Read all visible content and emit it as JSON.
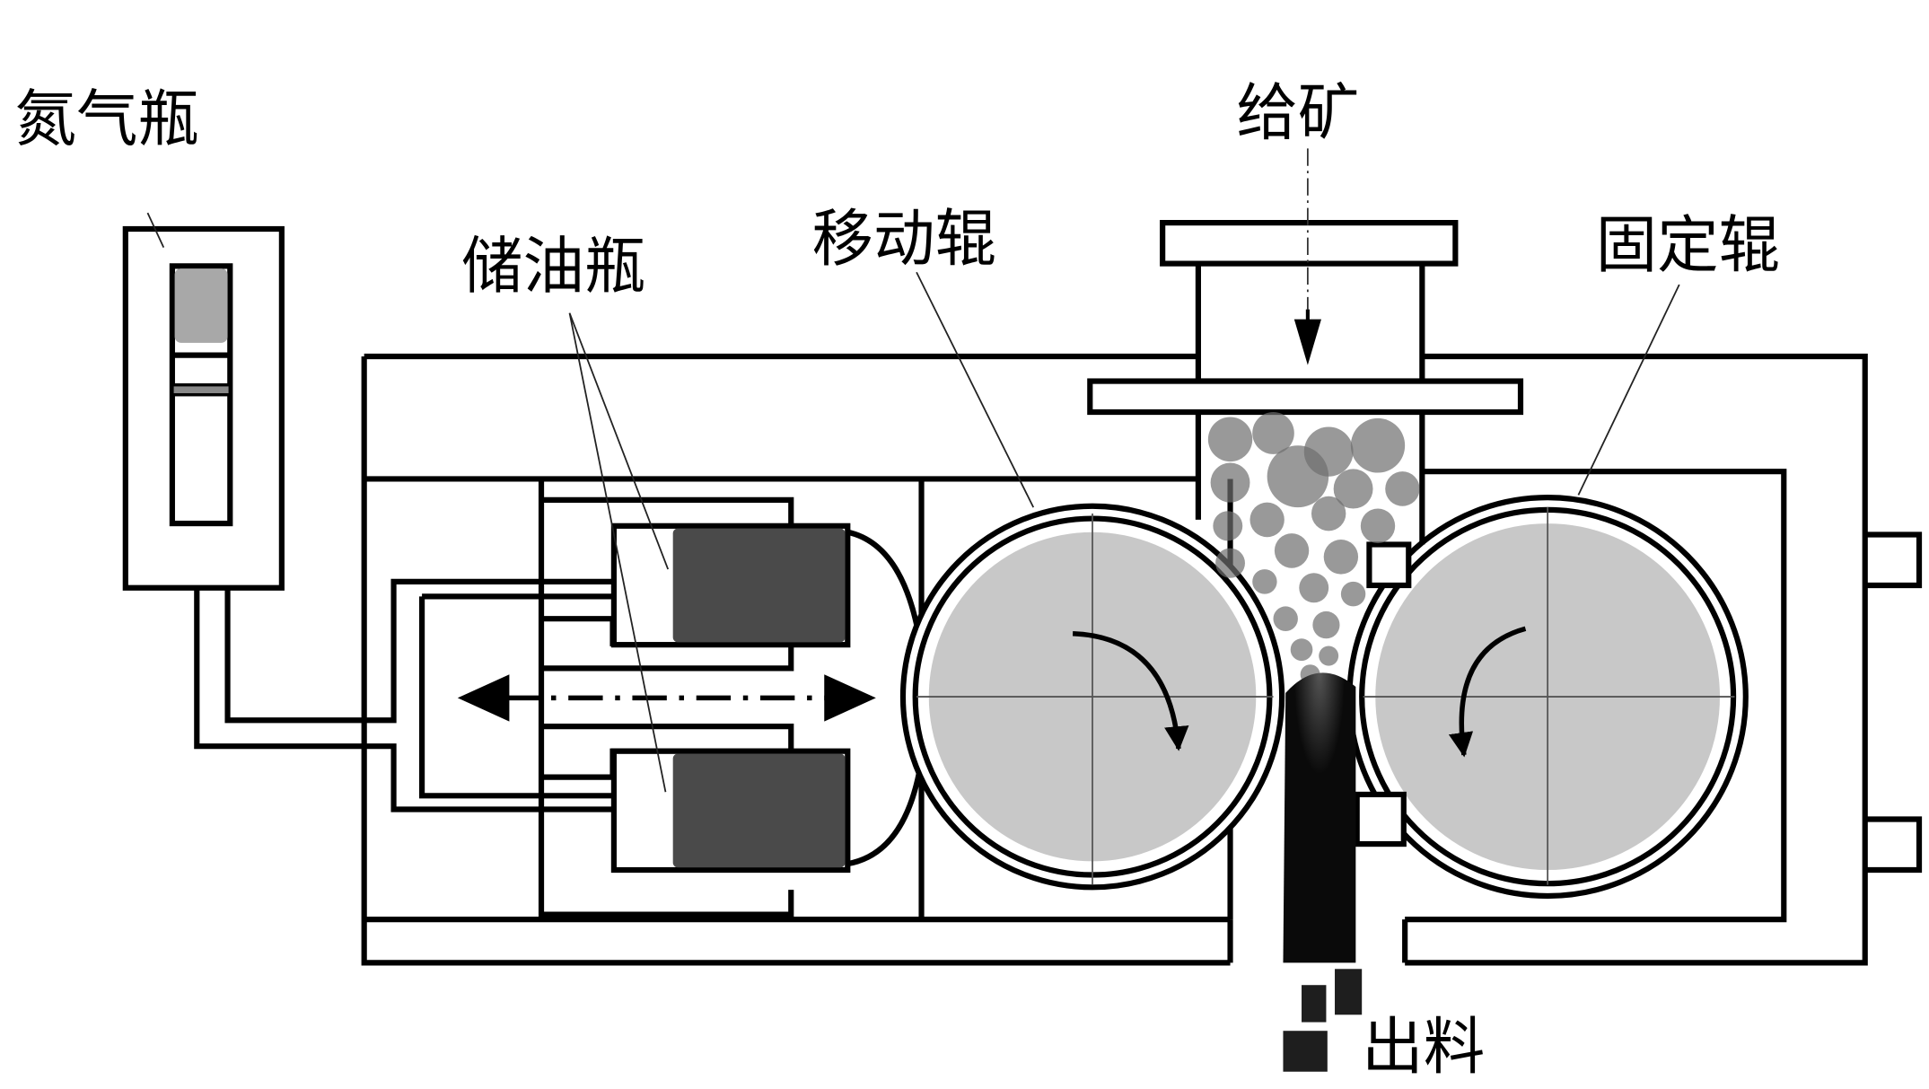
{
  "diagram": {
    "labels": {
      "nitrogen_bottle": "氮气瓶",
      "oil_bottle": "储油瓶",
      "moving_roller": "移动辊",
      "feed": "给矿",
      "fixed_roller": "固定辊",
      "discharge": "出料"
    },
    "colors": {
      "line": "#000000",
      "roller_fill": "#c8c8c8",
      "accumulator_fill": "#4a4a4a",
      "ore_particle": "#6e6e6e",
      "nitrogen_gas": "#a8a8a8",
      "product": "#0a0a0a"
    }
  }
}
